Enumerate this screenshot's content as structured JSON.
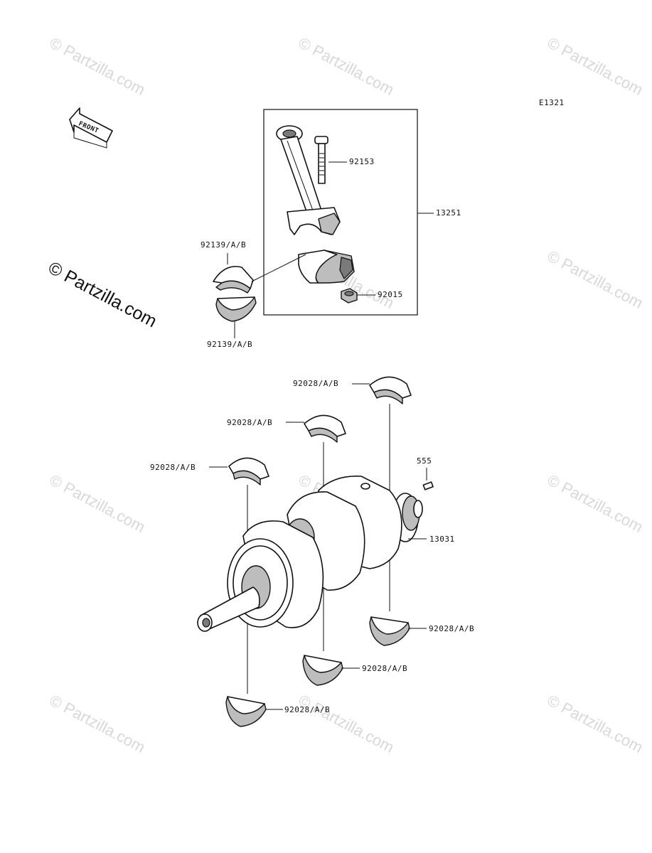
{
  "diagram_code": "E1321",
  "front_label": "FRONT",
  "watermark_text": "© Partzilla.com",
  "callouts": {
    "conrod_bolt": "92153",
    "conrod_assy": "13251",
    "conrod_nut": "92015",
    "conrod_bearing_upper": "92139/A/B",
    "conrod_bearing_lower": "92139/A/B",
    "main_bearing_top_right": "92028/A/B",
    "main_bearing_top_mid": "92028/A/B",
    "main_bearing_top_left": "92028/A/B",
    "pin": "555",
    "crankshaft": "13031",
    "main_bearing_bottom_right": "92028/A/B",
    "main_bearing_bottom_mid": "92028/A/B",
    "main_bearing_bottom_left": "92028/A/B"
  },
  "colors": {
    "line": "#111111",
    "shade": "#bdbdbd",
    "watermark": "#d8d8d8"
  }
}
